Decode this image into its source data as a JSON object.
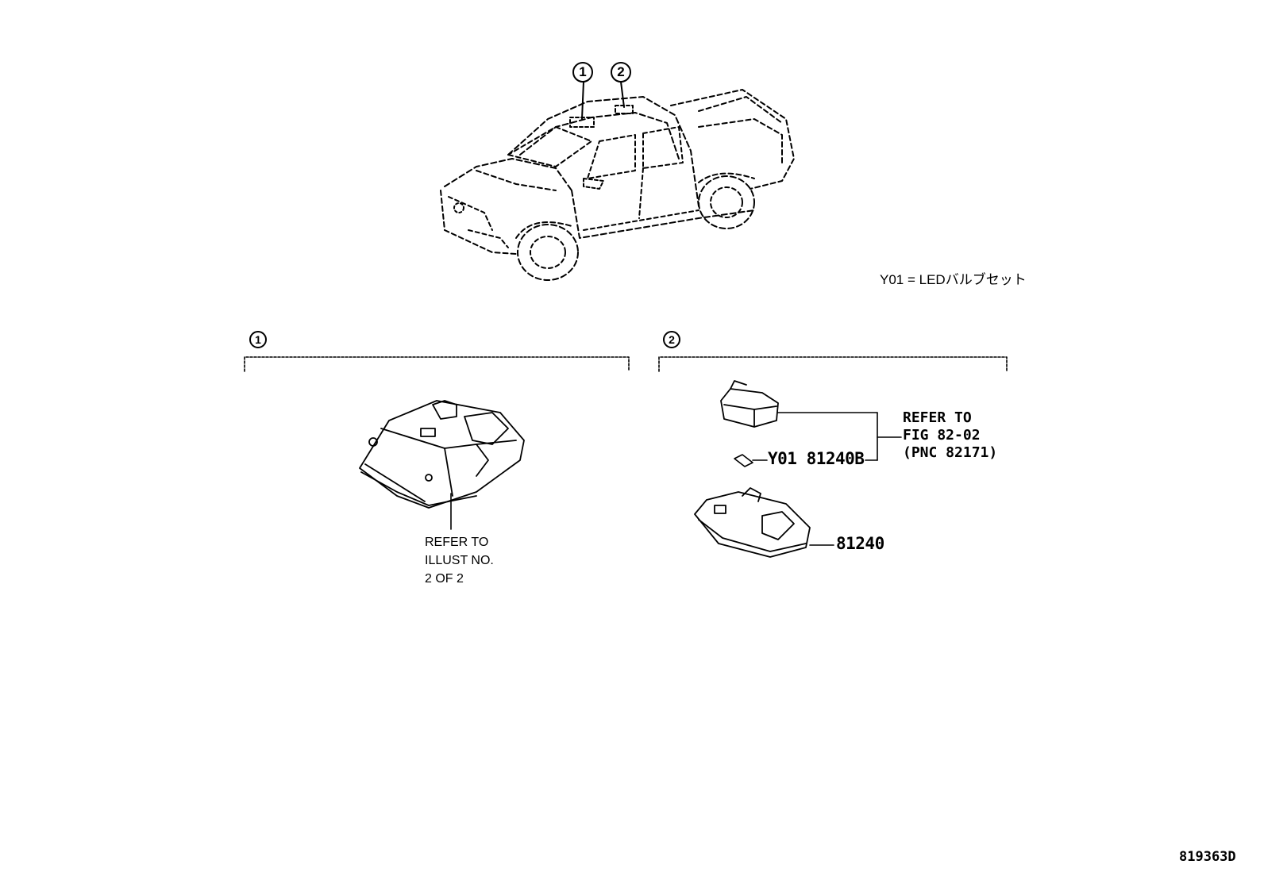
{
  "callouts": {
    "c1": "1",
    "c2": "2"
  },
  "legend": {
    "text": "Y01 = LEDバルブセット"
  },
  "sections": [
    {
      "callout": "1",
      "refer": [
        "REFER TO",
        "ILLUST NO.",
        "2 OF 2"
      ]
    },
    {
      "callout": "2",
      "refer": [
        "REFER TO",
        "FIG 82-02",
        "(PNC 82171)"
      ],
      "bulb_part": "Y01 81240B",
      "lamp_part": "81240"
    }
  ],
  "figure_code": "819363D"
}
